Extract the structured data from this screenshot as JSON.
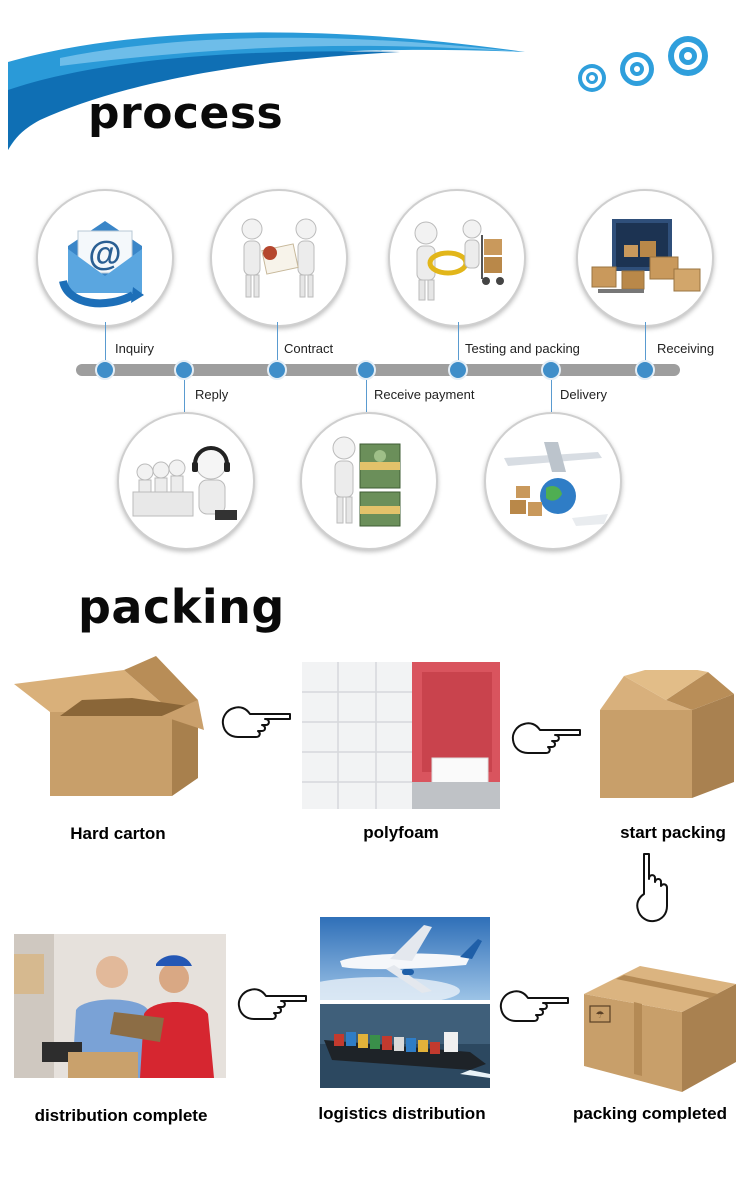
{
  "sections": {
    "process_title": "process",
    "packing_title": "packing"
  },
  "process_steps": [
    {
      "label": "Inquiry",
      "icon": "envelope-at-icon"
    },
    {
      "label": "Reply",
      "icon": "call-center-icon"
    },
    {
      "label": "Contract",
      "icon": "handshake-contract-icon"
    },
    {
      "label": "Receive payment",
      "icon": "money-stack-icon"
    },
    {
      "label": "Testing and packing",
      "icon": "magnifier-cart-icon"
    },
    {
      "label": "Delivery",
      "icon": "airplane-globe-icon"
    },
    {
      "label": "Receiving",
      "icon": "container-boxes-icon"
    }
  ],
  "packing_steps": [
    {
      "label": "Hard carton"
    },
    {
      "label": "polyfoam"
    },
    {
      "label": "start packing"
    },
    {
      "label": "packing completed"
    },
    {
      "label": "logistics distribution"
    },
    {
      "label": "distribution complete"
    }
  ],
  "colors": {
    "accent_blue": "#3f8ec9",
    "wave_blue": "#1a8fd6",
    "timeline_gray": "#9e9e9e",
    "cardboard": "#c9a16c"
  }
}
